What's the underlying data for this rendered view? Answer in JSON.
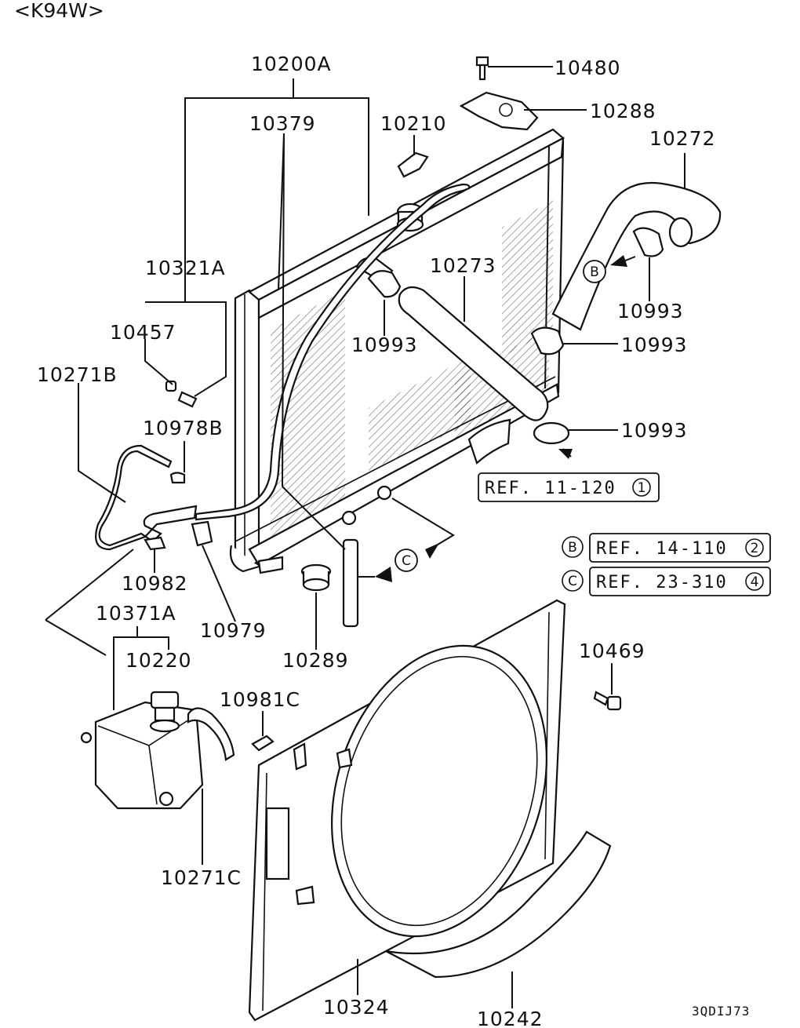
{
  "header": {
    "model_code": "<K94W>"
  },
  "footer": {
    "diagram_code": "3QDIJ73"
  },
  "part_labels": {
    "p10200A": "10200A",
    "p10480": "10480",
    "p10379": "10379",
    "p10210": "10210",
    "p10288": "10288",
    "p10272": "10272",
    "p10321A": "10321A",
    "p10273": "10273",
    "p10457": "10457",
    "p10993_a": "10993",
    "p10993_b": "10993",
    "p10993_c": "10993",
    "p10993_d": "10993",
    "p10271B": "10271B",
    "p10978B": "10978B",
    "p10982": "10982",
    "p10371A": "10371A",
    "p10979": "10979",
    "p10220": "10220",
    "p10289": "10289",
    "p10469": "10469",
    "p10981C": "10981C",
    "p10271C": "10271C",
    "p10324": "10324",
    "p10242": "10242"
  },
  "references": [
    {
      "marker": "",
      "text": "REF. 11-120",
      "num": "1"
    },
    {
      "marker": "B",
      "text": "REF. 14-110",
      "num": "2"
    },
    {
      "marker": "C",
      "text": "REF. 23-310",
      "num": "4"
    }
  ],
  "callouts": {
    "b": "B",
    "c": "C"
  }
}
